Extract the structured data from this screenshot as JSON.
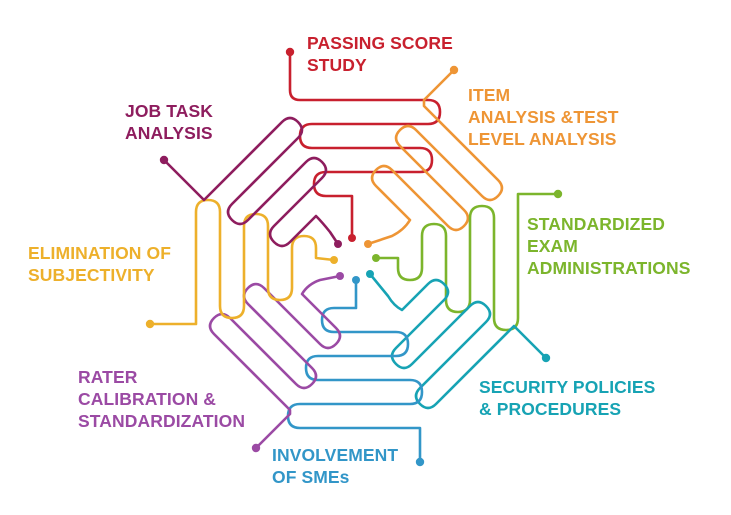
{
  "segments": [
    {
      "id": "passing-score",
      "label": "PASSING SCORE\nSTUDY",
      "color": "#c8202e",
      "icon": "red-endpoint-dot"
    },
    {
      "id": "item-analysis",
      "label": "ITEM\nANALYSIS &TEST\nLEVEL ANALYSIS",
      "color": "#ee9535",
      "icon": "orange-endpoint-dot"
    },
    {
      "id": "standardized-exam",
      "label": "STANDARDIZED\nEXAM\nADMINISTRATIONS",
      "color": "#7cb52c",
      "icon": "green-endpoint-dot"
    },
    {
      "id": "security-policies",
      "label": "SECURITY POLICIES\n& PROCEDURES",
      "color": "#17a3b4",
      "icon": "teal-endpoint-dot"
    },
    {
      "id": "involvement-smes",
      "label": "INVOLVEMENT\nOF SMEs",
      "color": "#3296c8",
      "icon": "blue-endpoint-dot"
    },
    {
      "id": "rater-calibration",
      "label": "RATER\nCALIBRATION &\nSTANDARDIZATION",
      "color": "#9b4aa4",
      "icon": "purple-endpoint-dot"
    },
    {
      "id": "elimination-subjectivity",
      "label": "ELIMINATION OF\nSUBJECTIVITY",
      "color": "#edb02b",
      "icon": "yellow-endpoint-dot"
    },
    {
      "id": "job-task-analysis",
      "label": "JOB TASK\nANALYSIS",
      "color": "#8e1d5e",
      "icon": "magenta-endpoint-dot"
    }
  ]
}
